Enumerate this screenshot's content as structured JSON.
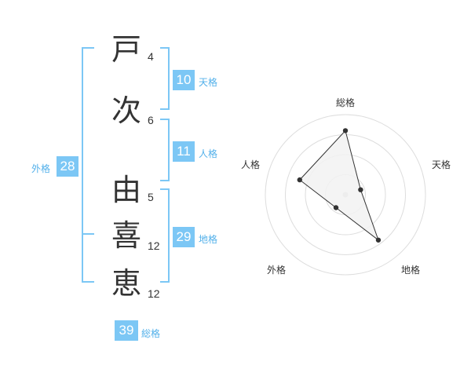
{
  "name": {
    "chars": [
      {
        "char": "戸",
        "strokes": "4"
      },
      {
        "char": "次",
        "strokes": "6"
      },
      {
        "char": "由",
        "strokes": "5"
      },
      {
        "char": "喜",
        "strokes": "12"
      },
      {
        "char": "恵",
        "strokes": "12"
      }
    ]
  },
  "fortunes": {
    "tenkaku": {
      "label": "天格",
      "value": "10"
    },
    "jinkaku": {
      "label": "人格",
      "value": "11"
    },
    "chikaku": {
      "label": "地格",
      "value": "29"
    },
    "gaikaku": {
      "label": "外格",
      "value": "28"
    },
    "soukaku": {
      "label": "総格",
      "value": "39"
    }
  },
  "chart_data": {
    "type": "radar",
    "axes": [
      "総格",
      "天格",
      "地格",
      "外格",
      "人格"
    ],
    "values": [
      0.8,
      0.2,
      0.7,
      0.2,
      0.6
    ],
    "rings": 4,
    "colors": {
      "fill": "#f2f2f2",
      "stroke": "#333333",
      "ring": "#dddddd",
      "accent": "#7cc7f5"
    }
  }
}
